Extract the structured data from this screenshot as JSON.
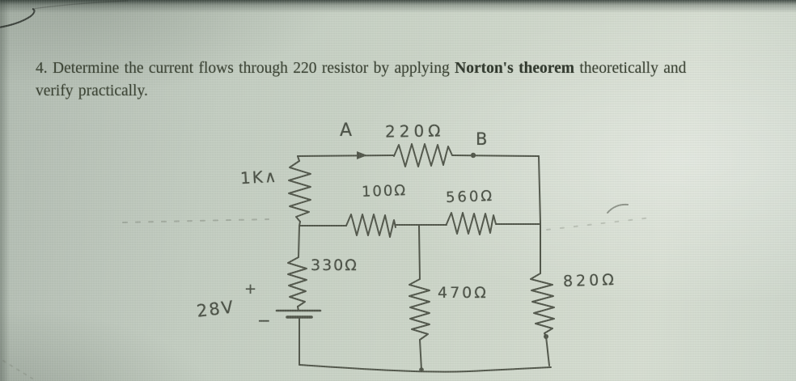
{
  "colors": {
    "ink": "#51564a",
    "question_text": "#3c4435",
    "paper": "#cbd4c7"
  },
  "question": {
    "line1_part1": "4. Determine the current flows through 220 resistor by applying ",
    "line1_bold": "Norton's theorem",
    "line1_part2": " theoretically and",
    "line2": "verify practically."
  },
  "circuit": {
    "node_a": "A",
    "node_b": "B",
    "resistor_top": "220Ω",
    "resistor_left": "1K∧",
    "resistor_mid_left": "100Ω",
    "resistor_mid_right": "560Ω",
    "resistor_branch_left": "330Ω",
    "resistor_branch_mid": "470Ω",
    "resistor_branch_right": "820Ω",
    "source_voltage": "28V",
    "source_plus": "+",
    "source_minus": "−"
  }
}
